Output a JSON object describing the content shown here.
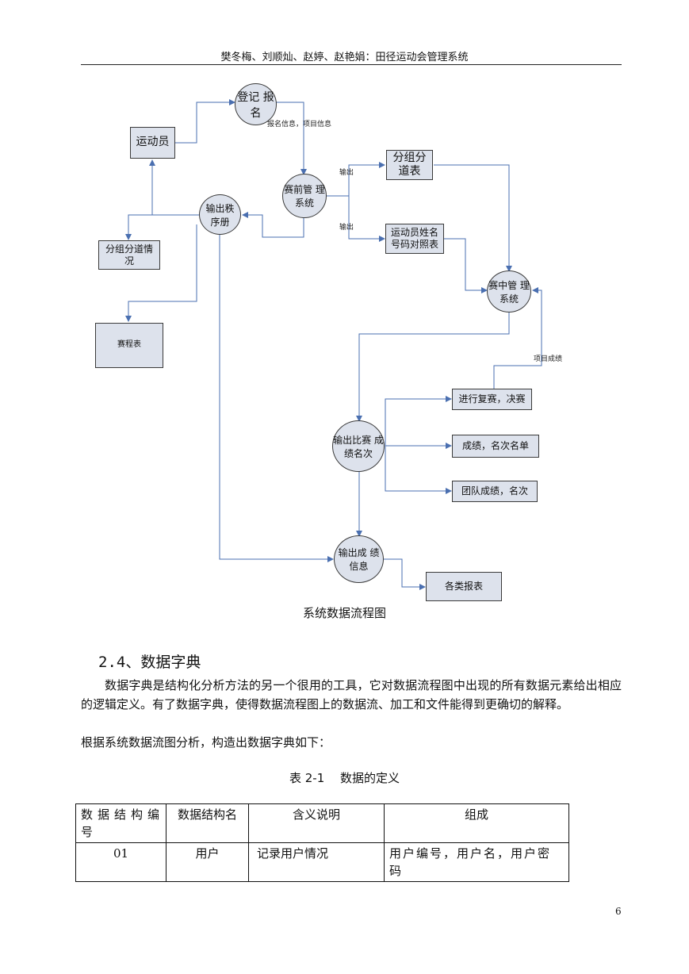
{
  "header": {
    "authors_title": "樊冬梅、刘顺灿、赵婷、赵艳娟：田径运动会管理系统"
  },
  "diagram": {
    "nodes": {
      "athlete": "运动员",
      "register_l1": "登记",
      "register_l2": "报名",
      "pre_mgmt_l1": "赛前管",
      "pre_mgmt_l2": "理系统",
      "grouping_l1": "分组分",
      "grouping_l2": "道表",
      "name_number_l1": "运动员姓名",
      "name_number_l2": "号码对照表",
      "output_order_l1": "输出秩",
      "output_order_l2": "序册",
      "grouping_status_l1": "分组分道情",
      "grouping_status_l2": "况",
      "schedule": "赛程表",
      "mid_mgmt_l1": "赛中管",
      "mid_mgmt_l2": "理系统",
      "output_results_l1": "输出比赛",
      "output_results_l2": "成绩名次",
      "rematch": "进行复赛，决赛",
      "score_list": "成绩，名次名单",
      "team_score": "团队成绩，名次",
      "output_info_l1": "输出成",
      "output_info_l2": "绩信息",
      "reports": "各类报表"
    },
    "labels": {
      "signup_info": "报名信息，项目信息",
      "output_1": "输出",
      "output_2": "输出",
      "event_results": "项目成绩"
    },
    "caption": "系统数据流程图"
  },
  "section": {
    "heading": "2.4、数据字典",
    "para1": "数据字典是结构化分析方法的另一个很用的工具，它对数据流程图中出现的所有数据元素给出相应的逻辑定义。有了数据字典，使得数据流程图上的数据流、加工和文件能得到更确切的解释。",
    "para2": "根据系统数据流图分析，构造出数据字典如下："
  },
  "table": {
    "caption": "表 2-1　 数据的定义",
    "headers": [
      "数据结构编号",
      "数据结构名",
      "含义说明",
      "组成"
    ],
    "rows": [
      [
        "01",
        "用户",
        "记录用户情况",
        "用户编号，用户名，用户密码"
      ]
    ]
  },
  "page_number": "6"
}
